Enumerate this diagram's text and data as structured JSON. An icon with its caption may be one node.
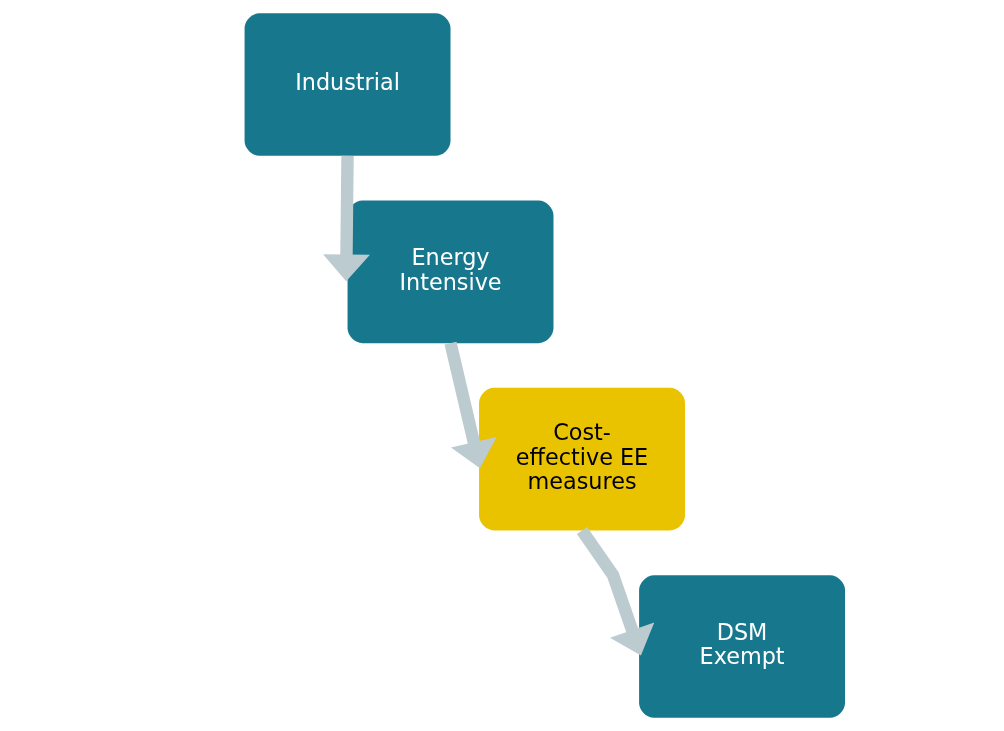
{
  "diagram": {
    "nodes": [
      {
        "text": [
          "Industrial"
        ]
      },
      {
        "text": [
          "Energy Intensive"
        ]
      },
      {
        "text": [
          "Cost- effective EE measures"
        ]
      },
      {
        "text": [
          "DSM Exempt"
        ]
      }
    ],
    "edges": [
      {
        "from": 0,
        "to": 1,
        "arrow": "to"
      },
      {
        "from": 1,
        "to": 2,
        "arrow": "to"
      },
      {
        "from": 2,
        "to": 3,
        "arrow": "to"
      }
    ]
  }
}
